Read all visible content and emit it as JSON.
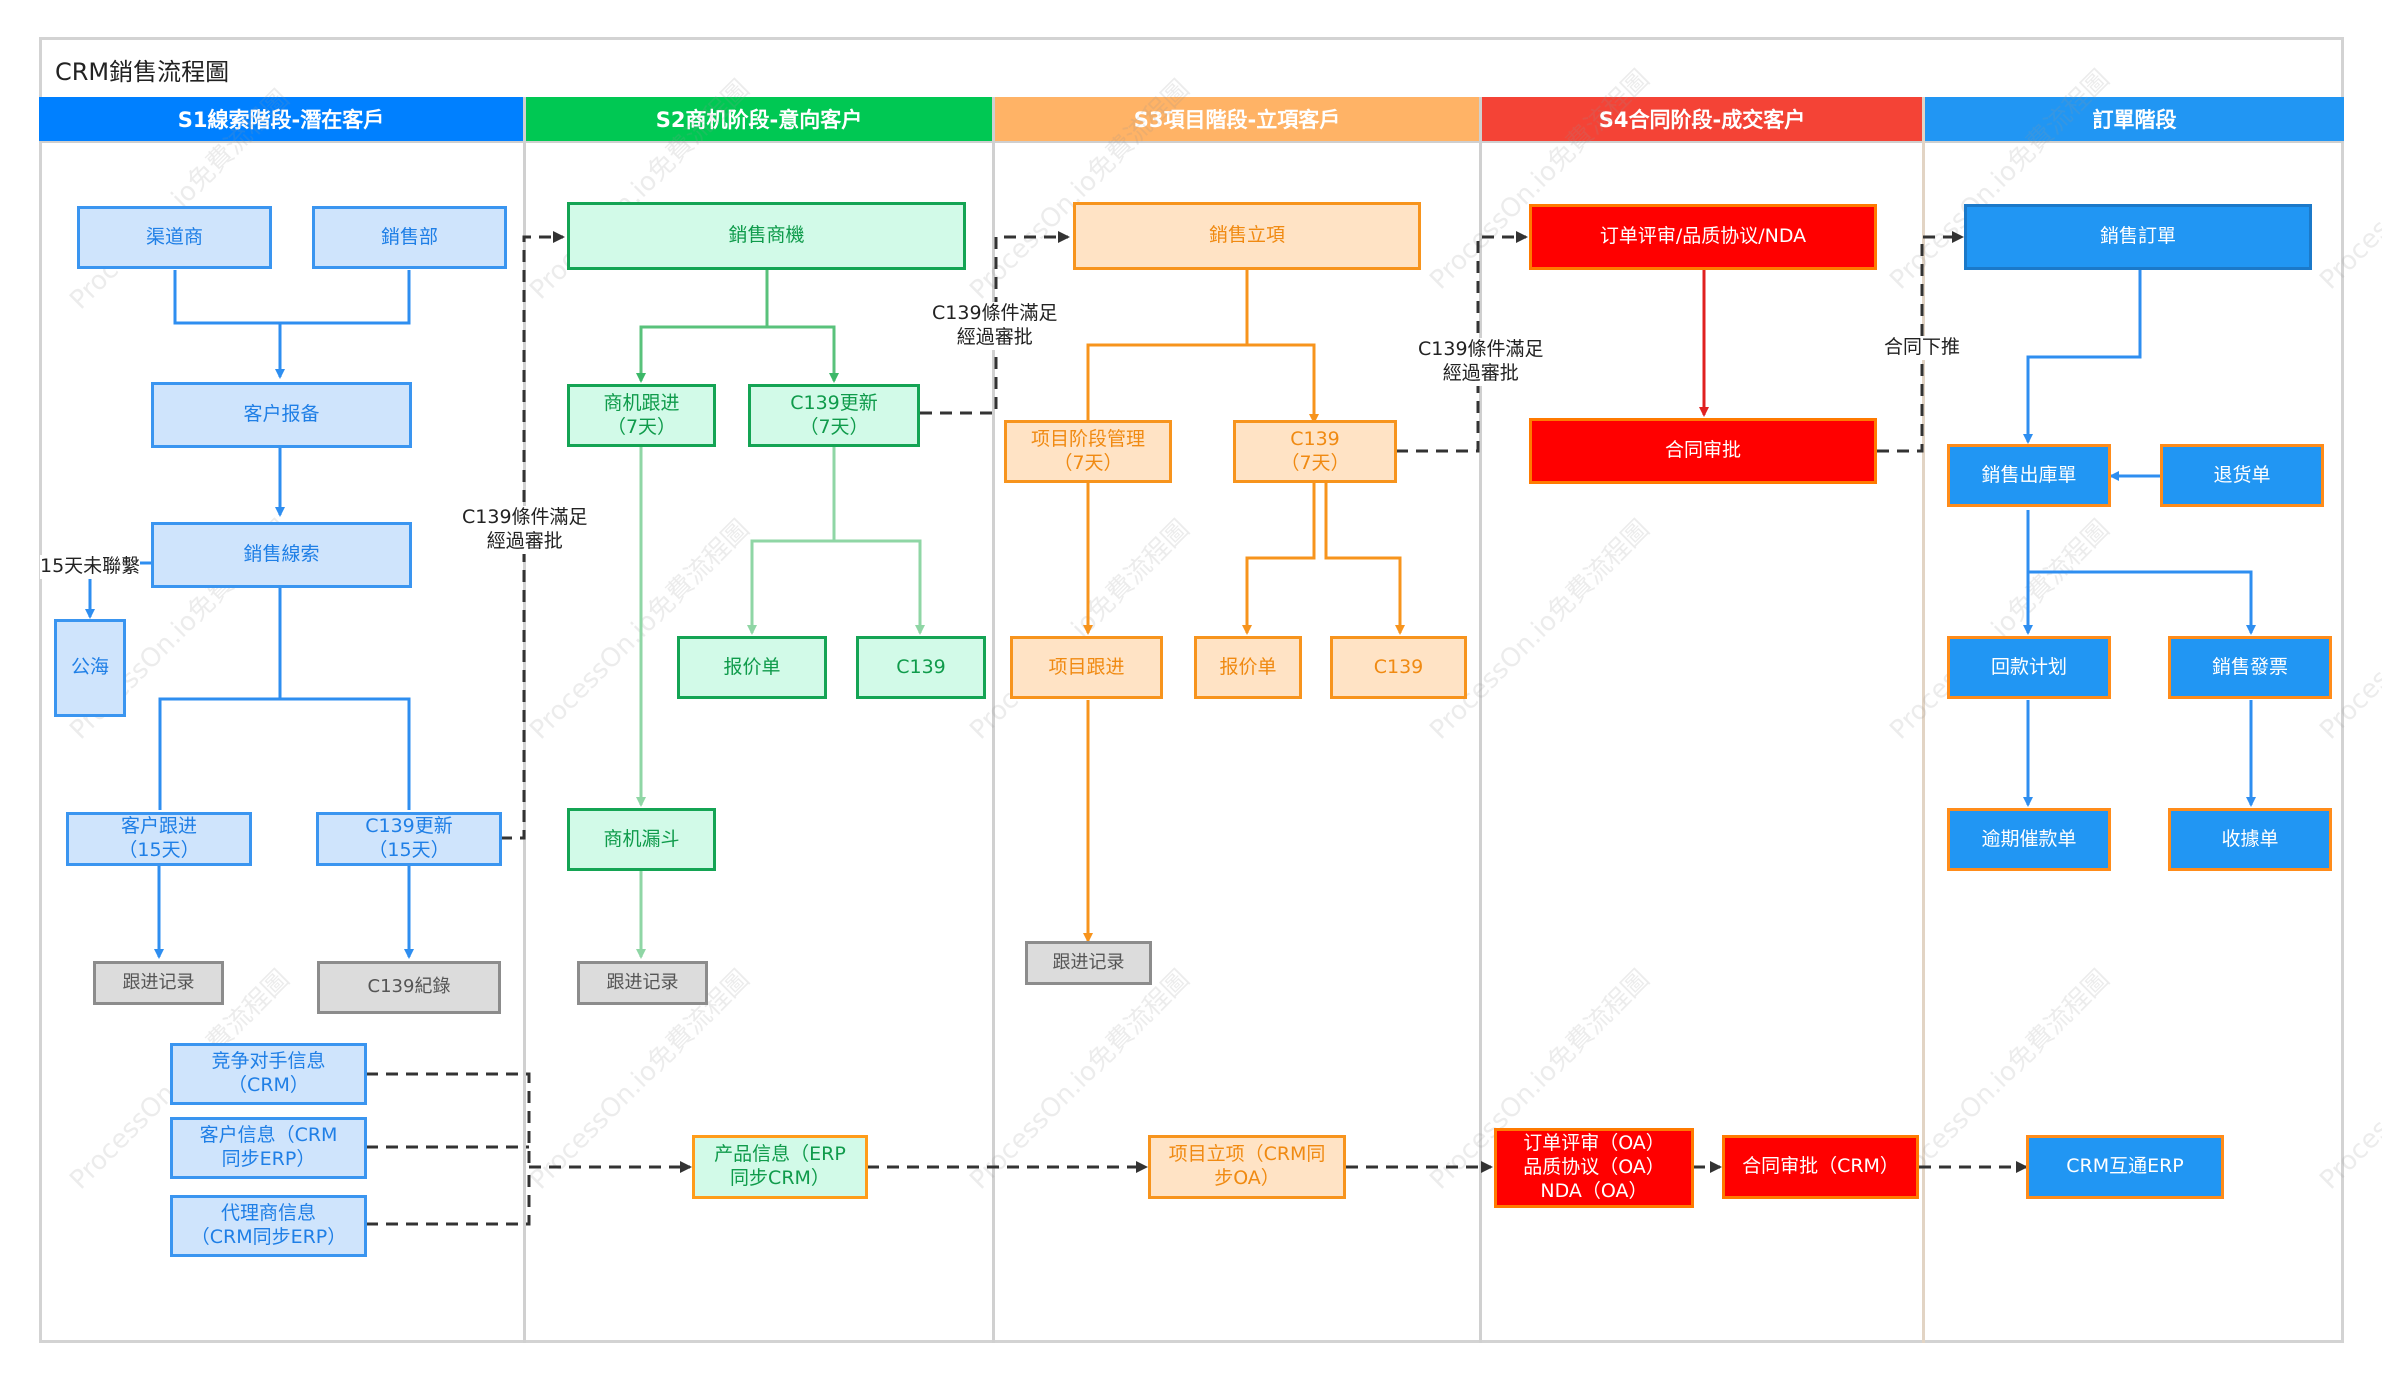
{
  "title": "CRM銷售流程圖",
  "lanes": [
    {
      "label": "S1線索階段-潛在客戶",
      "color": "#0080ff"
    },
    {
      "label": "S2商机阶段-意向客户",
      "color": "#00c853"
    },
    {
      "label": "S3項目階段-立項客戶",
      "color": "#ffb366"
    },
    {
      "label": "S4合同阶段-成交客户",
      "color": "#f44336"
    },
    {
      "label": "訂單階段",
      "color": "#2196f3"
    }
  ],
  "nodes": {
    "qudao": "渠道商",
    "xiaoshoubu": "銷售部",
    "kehu_baobei": "客户报备",
    "xiaoshou_xiansuo": "銷售線索",
    "gonghai": "公海",
    "kehu_genjin": "客户跟进\n（15天）",
    "c139_update_15": "C139更新\n（15天）",
    "genjin_jilu_1": "跟进记录",
    "c139_jilu": "C139紀錄",
    "jingzheng": "竞争对手信息\n（CRM）",
    "kehu_xinxi": "客户信息（CRM\n同步ERP）",
    "dailishang": "代理商信息\n（CRM同步ERP）",
    "xiaoshou_shangji": "銷售商機",
    "shangji_genjin": "商机跟进\n（7天）",
    "c139_update_7": "C139更新\n（7天）",
    "baojiadan_1": "报价单",
    "c139_a": "C139",
    "shangji_loudou": "商机漏斗",
    "genjin_jilu_2": "跟进记录",
    "chanpin_xinxi": "产品信息（ERP\n同步CRM）",
    "xiaoshou_lixiang": "銷售立項",
    "xiangmu_jieduan": "项目阶段管理\n（7天）",
    "c139_7": "C139\n（7天）",
    "xiangmu_genjin": "项目跟进",
    "baojiadan_2": "报价单",
    "c139_b": "C139",
    "genjin_jilu_3": "跟进记录",
    "xiangmu_lixiang": "项目立项（CRM同\n步OA）",
    "dingdan_pingshen": "订单评审/品质协议/NDA",
    "hetong_shenpi": "合同审批",
    "oa_nodes": "订单评审（OA）\n品质协议（OA）\nNDA（OA）",
    "hetong_crm": "合同审批（CRM）",
    "xiaoshou_dingdan": "銷售訂單",
    "chukudan": "銷售出庫單",
    "tuihuodan": "退货单",
    "huikuan": "回款计划",
    "fapiao": "銷售發票",
    "yuqi": "逾期催款单",
    "shouju": "收據单",
    "crm_erp": "CRM互通ERP"
  },
  "labels": {
    "wei_lianxi": "15天未聯繫",
    "c139_cond_1": "C139條件滿足\n經過審批",
    "c139_cond_2": "C139條件滿足\n經過審批",
    "c139_cond_3": "C139條件滿足\n經過審批",
    "hetong_xiatui": "合同下推"
  },
  "watermark": "ProcessOn.io免費流程圖",
  "colors": {
    "blue_line": "#2e8ef0",
    "green_line": "#59c27b",
    "green_line_light": "#8fd6a5",
    "orange_line": "#f7941d",
    "red_line": "#e02020",
    "dash_line": "#333333"
  }
}
